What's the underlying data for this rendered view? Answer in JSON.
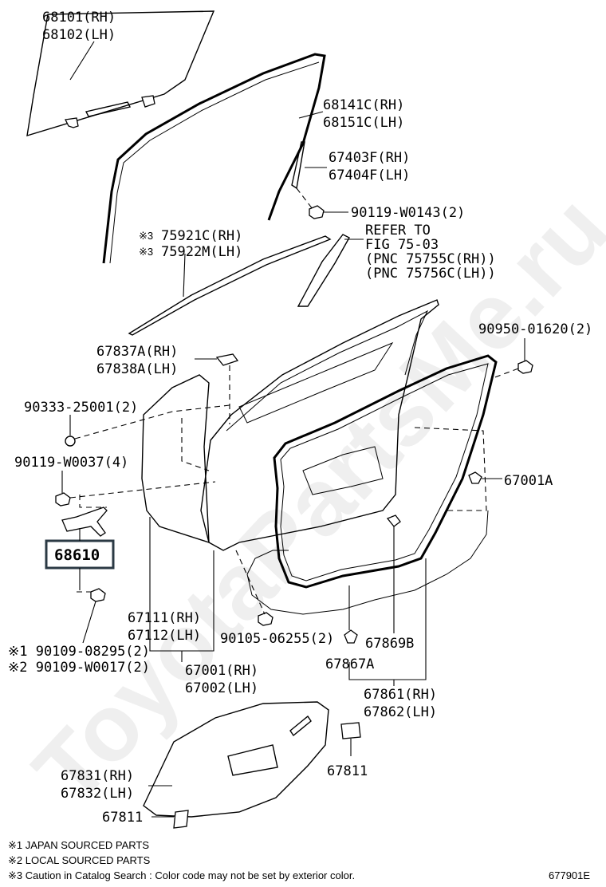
{
  "diagram": {
    "catalog_number": "677901E",
    "watermark": "ToyotaPartsMe.ru",
    "labels": {
      "glass": [
        "68101(RH)",
        "68102(LH)"
      ],
      "run_channel": [
        "68141C(RH)",
        "68151C(LH)"
      ],
      "division_bar": [
        "67403F(RH)",
        "67404F(LH)"
      ],
      "screw_90119_w0143": "90119-W0143(2)",
      "refer_to": [
        "REFER TO",
        "FIG 75-03",
        "(PNC 75755C(RH))",
        "(PNC 75756C(LH))"
      ],
      "moulding_mark": "※3",
      "moulding": [
        "75921C(RH)",
        "75922M(LH)"
      ],
      "plug_90950": "90950-01620(2)",
      "cover_67837": [
        "67837A(RH)",
        "67838A(LH)"
      ],
      "clip_90333": "90333-25001(2)",
      "bolt_90119_w0037": "90119-W0037(4)",
      "weatherstrip_67001a": "67001A",
      "check_assy": "68610",
      "door_frame_67111": [
        "67111(RH)",
        "67112(LH)"
      ],
      "bolt_90109_1": "※1 90109-08295(2)",
      "bolt_90109_2": "※2 90109-W0017(2)",
      "bolt_90105": "90105-06255(2)",
      "clip_67869b": "67869B",
      "clip_67867a": "67867A",
      "door_panel_67001": [
        "67001(RH)",
        "67002(LH)"
      ],
      "weatherstrip_67861": [
        "67861(RH)",
        "67862(LH)"
      ],
      "seal_67811_right": "67811",
      "service_hole_cover": [
        "67831(RH)",
        "67832(LH)"
      ],
      "seal_67811_left": "67811"
    },
    "footnotes": [
      "※1 JAPAN SOURCED PARTS",
      "※2 LOCAL SOURCED PARTS",
      "※3 Caution in Catalog Search : Color code may not be set by exterior color."
    ]
  }
}
